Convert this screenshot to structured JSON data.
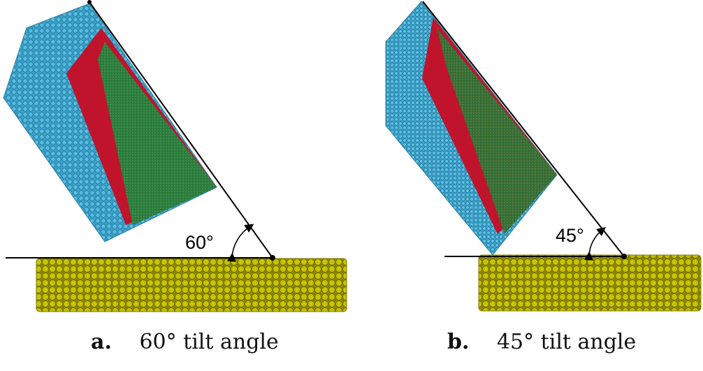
{
  "panels": [
    {
      "letter": "a.",
      "caption": "60° tilt angle",
      "angle_label": "60°",
      "colors": {
        "tool_outer": "#3aa0c8",
        "tool_red": "#c0142c",
        "tool_green": "#2a7a3c",
        "workpiece": "#b8b400"
      }
    },
    {
      "letter": "b.",
      "caption": "45° tilt angle",
      "angle_label": "45°",
      "colors": {
        "tool_outer": "#3aa0c8",
        "tool_red": "#c0142c",
        "tool_green": "#2a7a3c",
        "workpiece": "#b8b400"
      }
    }
  ]
}
